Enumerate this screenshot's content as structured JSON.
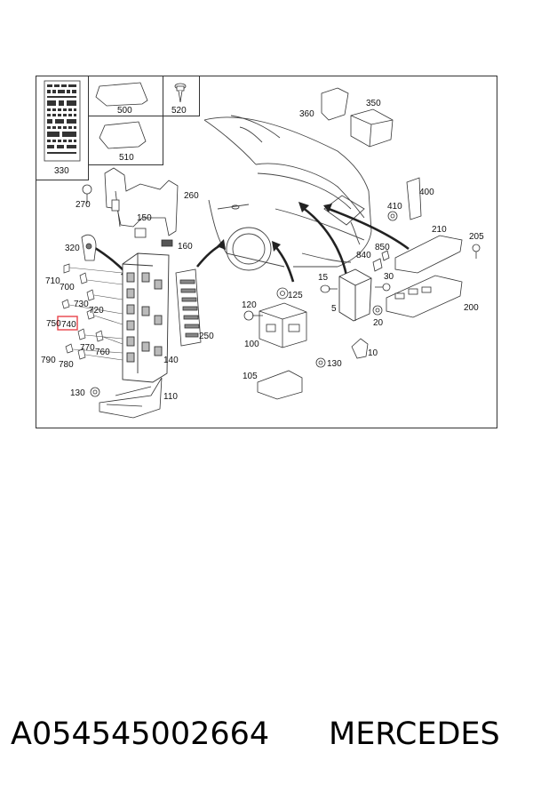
{
  "diagram": {
    "parts": {
      "p5": "5",
      "p10": "10",
      "p15": "15",
      "p20": "20",
      "p30": "30",
      "p100": "100",
      "p105": "105",
      "p110": "110",
      "p120": "120",
      "p125": "125",
      "p130a": "130",
      "p130b": "130",
      "p140": "140",
      "p150": "150",
      "p160": "160",
      "p200": "200",
      "p205": "205",
      "p210": "210",
      "p250": "250",
      "p260": "260",
      "p270": "270",
      "p320": "320",
      "p330": "330",
      "p350": "350",
      "p360": "360",
      "p400": "400",
      "p410": "410",
      "p500": "500",
      "p510": "510",
      "p520": "520",
      "p700": "700",
      "p710": "710",
      "p720": "720",
      "p730": "730",
      "p740": "740",
      "p750": "750",
      "p760": "760",
      "p770": "770",
      "p780": "780",
      "p790": "790",
      "p840": "840",
      "p850": "850"
    },
    "highlighted_part": "740",
    "highlight_color": "#e8434a"
  },
  "footer": {
    "part_number": "A054545002664",
    "brand": "MERCEDES"
  }
}
